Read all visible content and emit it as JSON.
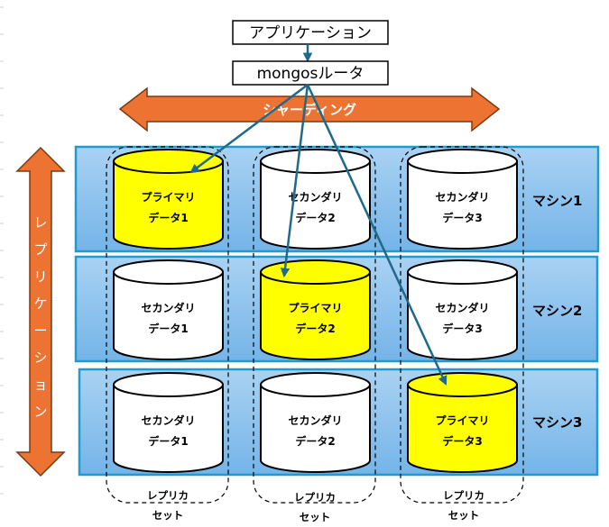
{
  "colors": {
    "machine_fill_top": "#a9d2f3",
    "machine_fill_bottom": "#74b4e8",
    "machine_border": "#1f9bd1",
    "primary_fill": "#ffff00",
    "secondary_fill": "#ffffff",
    "arrow_orange": "#ed7332",
    "arrow_orange_border": "#7a3a12",
    "router_arrow": "#1f6a8a"
  },
  "application": {
    "label": "アプリケーション"
  },
  "router": {
    "label": "mongosルータ"
  },
  "sharding": {
    "label": "シャーディング"
  },
  "replication": {
    "label": "レプリケーション",
    "chars": [
      "レ",
      "プ",
      "リ",
      "ケ",
      "ー",
      "シ",
      "ョ",
      "ン"
    ]
  },
  "machines": [
    {
      "label": "マシン1",
      "nodes": [
        {
          "role": "primary",
          "line1": "プライマリ",
          "line2": "データ1"
        },
        {
          "role": "secondary",
          "line1": "セカンダリ",
          "line2": "データ2"
        },
        {
          "role": "secondary",
          "line1": "セカンダリ",
          "line2": "データ3"
        }
      ]
    },
    {
      "label": "マシン2",
      "nodes": [
        {
          "role": "secondary",
          "line1": "セカンダリ",
          "line2": "データ1"
        },
        {
          "role": "primary",
          "line1": "プライマリ",
          "line2": "データ2"
        },
        {
          "role": "secondary",
          "line1": "セカンダリ",
          "line2": "データ3"
        }
      ]
    },
    {
      "label": "マシン3",
      "nodes": [
        {
          "role": "secondary",
          "line1": "セカンダリ",
          "line2": "データ1"
        },
        {
          "role": "secondary",
          "line1": "セカンダリ",
          "line2": "データ2"
        },
        {
          "role": "primary",
          "line1": "プライマリ",
          "line2": "データ3"
        }
      ]
    }
  ],
  "replica_sets": [
    {
      "line1": "レプリカ",
      "line2": "セット"
    },
    {
      "line1": "レプリカ",
      "line2": "セット"
    },
    {
      "line1": "レプリカ",
      "line2": "セット"
    }
  ]
}
